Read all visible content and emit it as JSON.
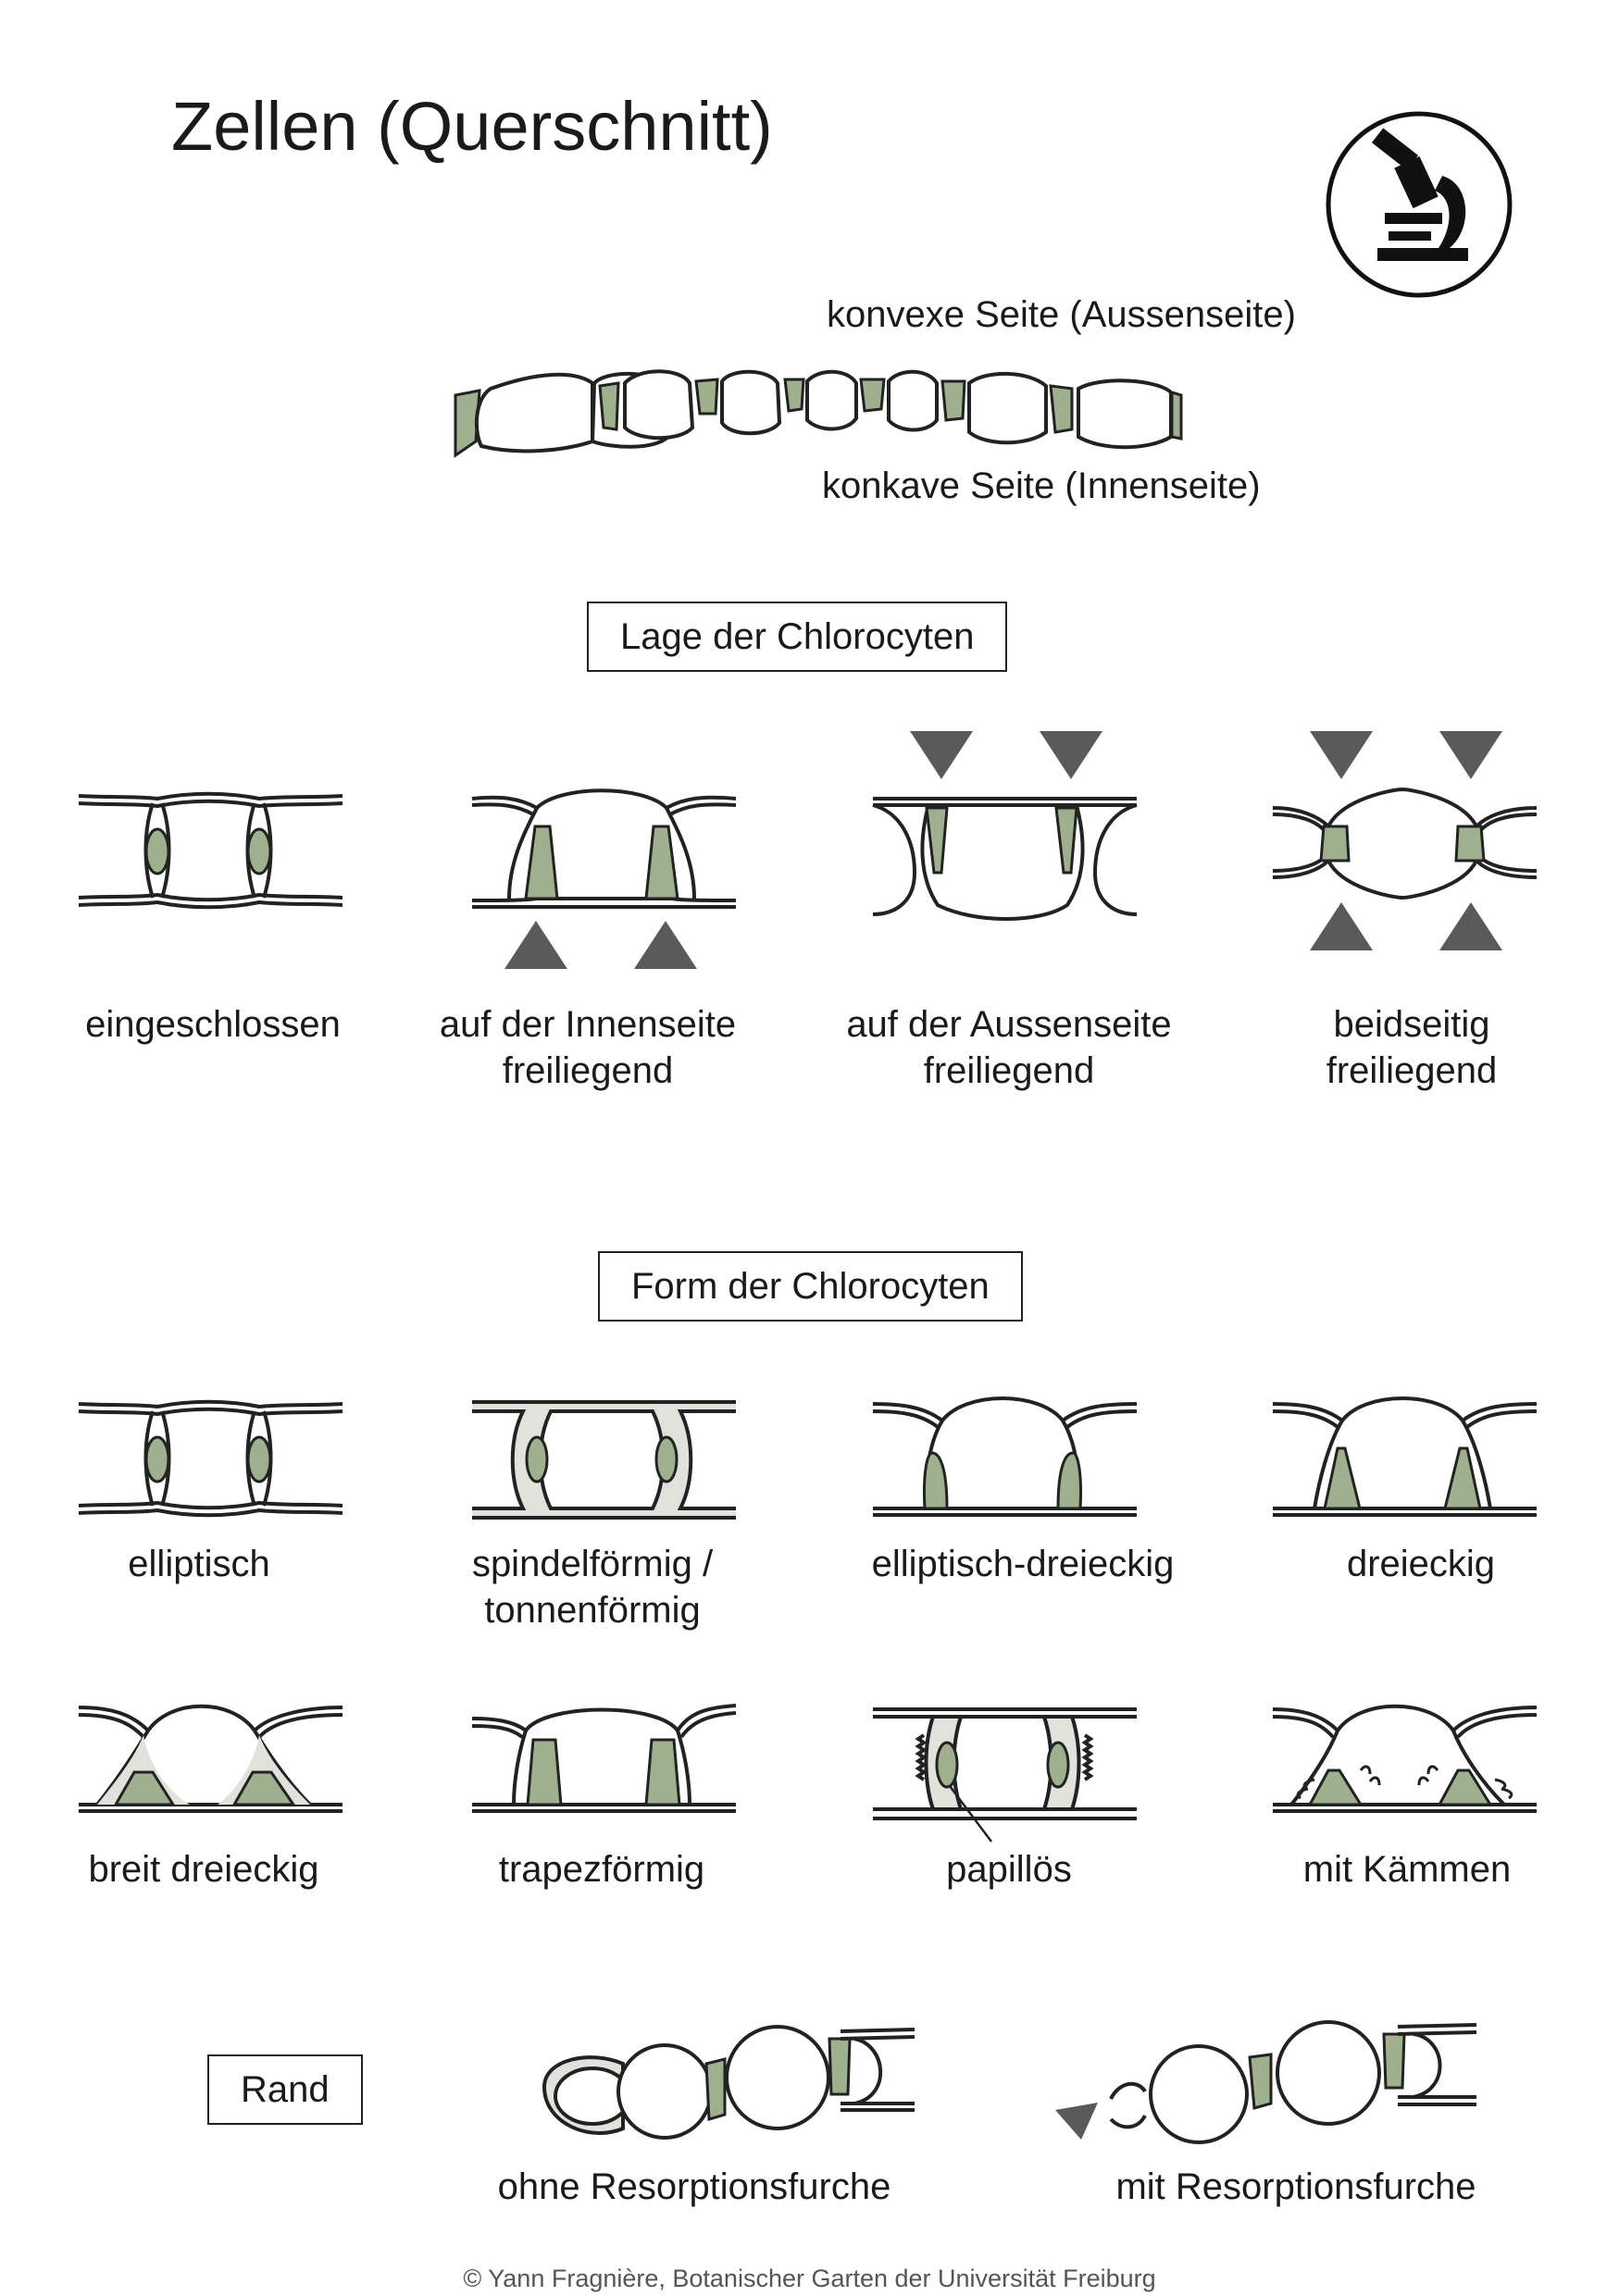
{
  "title": "Zellen (Querschnitt)",
  "icon": "microscope-icon",
  "colors": {
    "chlorocyte": "#9fb08f",
    "hyalocyte_wall": "#e2e2dc",
    "arrow": "#5a5a5a"
  },
  "overview": {
    "top_label": "konvexe Seite (Aussenseite)",
    "bottom_label": "konkave Seite (Innenseite)"
  },
  "lage": {
    "heading": "Lage der Chlorocyten",
    "items": [
      {
        "line1": "eingeschlossen",
        "line2": ""
      },
      {
        "line1": "auf der Innenseite",
        "line2": "freiliegend"
      },
      {
        "line1": "auf der Aussenseite",
        "line2": "freiliegend"
      },
      {
        "line1": "beidseitig",
        "line2": "freiliegend"
      }
    ]
  },
  "form": {
    "heading": "Form der Chlorocyten",
    "items": [
      {
        "line1": "elliptisch",
        "line2": ""
      },
      {
        "line1": "spindelförmig /",
        "line2": "tonnenförmig"
      },
      {
        "line1": "elliptisch-dreieckig",
        "line2": ""
      },
      {
        "line1": "dreieckig",
        "line2": ""
      },
      {
        "line1": "breit dreieckig",
        "line2": ""
      },
      {
        "line1": "trapezförmig",
        "line2": ""
      },
      {
        "line1": "papillös",
        "line2": ""
      },
      {
        "line1": "mit Kämmen",
        "line2": ""
      }
    ]
  },
  "rand": {
    "heading": "Rand",
    "items": [
      {
        "label": "ohne Resorptionsfurche"
      },
      {
        "label": "mit Resorptionsfurche"
      }
    ]
  },
  "credit": "© Yann Fragnière, Botanischer Garten der Universität Freiburg"
}
